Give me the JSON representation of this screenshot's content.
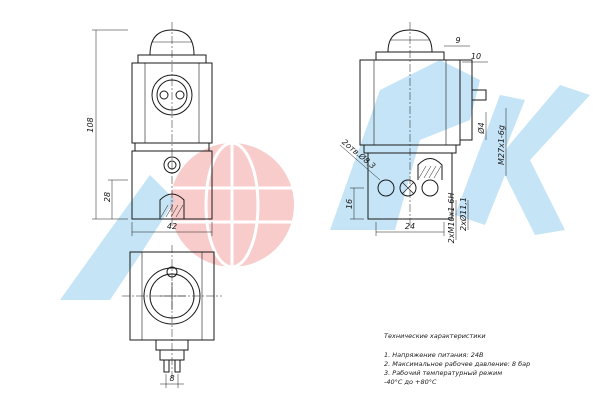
{
  "watermark": {
    "text": "SOPK",
    "colors": {
      "letters": "#9fd3f2",
      "globe": "#f5a3a3"
    }
  },
  "dimensions": {
    "height_108": "108",
    "height_28": "28",
    "width_42": "42",
    "offset_9": "9",
    "offset_10": "10",
    "dia_4": "Ø4",
    "thread_m27": "M27х1-6g",
    "holes_2_dia_8_3": "2отв.Ø8,3",
    "dim_16": "16",
    "thread_m10": "2хM10х1-6Н",
    "dia_11": "2хØ11,1",
    "width_24": "24",
    "width_8": "8"
  },
  "notes": {
    "title": "Технические характеристики",
    "items": [
      "1. Напряжение питания: 24В",
      "2. Максимальное рабочее давление: 8 бар",
      "3. Рабочий температурный режим",
      "-40°С до +80°С"
    ]
  }
}
